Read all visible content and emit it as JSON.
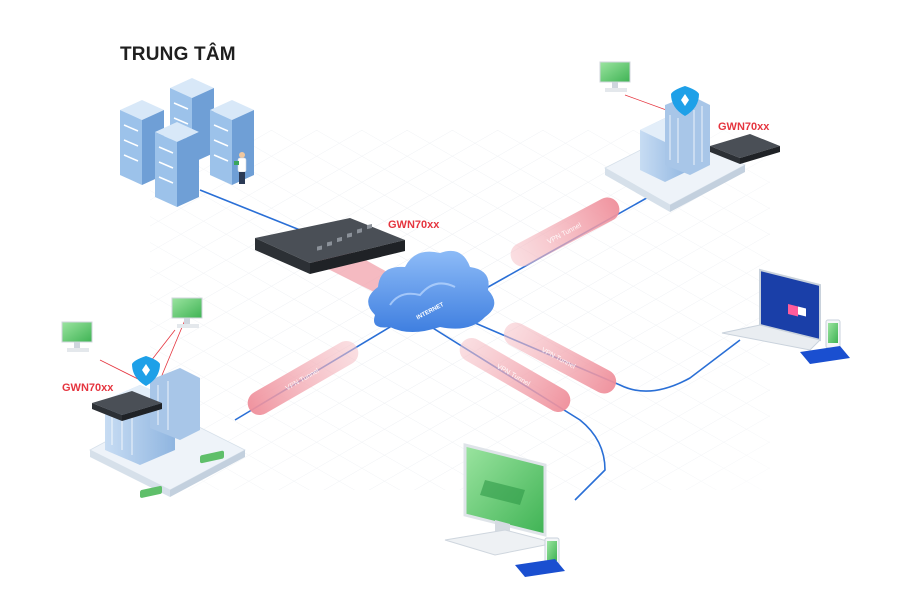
{
  "title": "TRUNG TÂM",
  "gateway_label": "GWN70xx",
  "cloud_label": "INTERNET",
  "tunnel_label": "VPN Tunnel",
  "colors": {
    "link": "#2a6fd6",
    "tunnel": "#f2a3ac",
    "accent_red": "#e5353f",
    "cloud": "#6aa2f2",
    "server": "#8ab6e8",
    "switch": "#2f3338",
    "screen": "#6fcf7a"
  },
  "icons": [
    "server-rack-icon",
    "technician-icon",
    "network-switch-icon",
    "cloud-icon",
    "office-building-icon",
    "shield-icon",
    "monitor-icon",
    "laptop-icon",
    "smartphone-icon",
    "desktop-computer-icon"
  ]
}
